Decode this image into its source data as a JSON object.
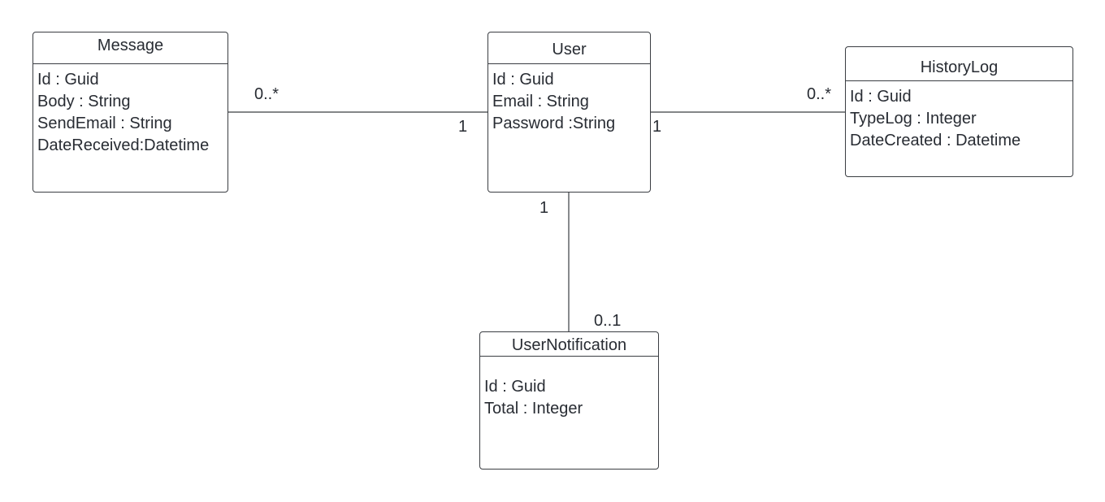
{
  "classes": {
    "message": {
      "name": "Message",
      "attributes": [
        "Id : Guid",
        "Body : String",
        "SendEmail : String",
        "DateReceived:Datetime"
      ]
    },
    "user": {
      "name": "User",
      "attributes": [
        "Id : Guid",
        "Email : String",
        "Password :String"
      ]
    },
    "history_log": {
      "name": "HistoryLog",
      "attributes": [
        "Id : Guid",
        "TypeLog : Integer",
        "DateCreated : Datetime"
      ]
    },
    "user_notification": {
      "name": "UserNotification",
      "attributes": [
        "Id : Guid",
        "Total : Integer"
      ]
    }
  },
  "associations": {
    "message_user": {
      "message_end": "0..*",
      "user_end": "1"
    },
    "user_history": {
      "user_end": "1",
      "history_end": "0..*"
    },
    "user_notification": {
      "user_end": "1",
      "notification_end": "0..1"
    }
  },
  "colors": {
    "line": "#3a3d42",
    "text": "#282c33",
    "background": "#ffffff"
  }
}
